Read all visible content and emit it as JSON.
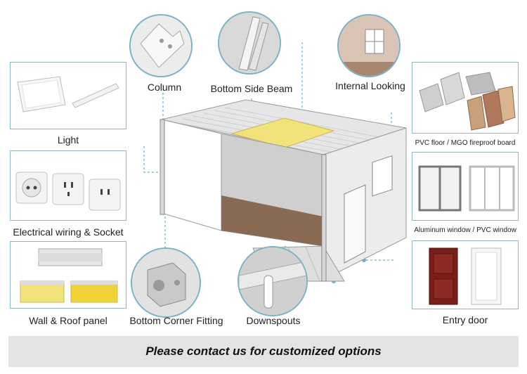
{
  "components": {
    "light": "Light",
    "electrical": "Electrical wiring & Socket",
    "wall_roof": "Wall & Roof panel",
    "bottom_corner": "Bottom Corner Fitting",
    "downspouts": "Downspouts",
    "column": "Column",
    "bottom_side_beam": "Bottom Side Beam",
    "internal_looking": "Internal Looking",
    "pvc_floor": "PVC floor / MGO fireproof board",
    "window": "Aluminum window / PVC window",
    "entry_door": "Entry door"
  },
  "banner": "Please contact us for customized options",
  "colors": {
    "accent": "#7ab3c6",
    "panel_yellow": "#f2e27a",
    "banner_bg": "#e3e3e3"
  }
}
